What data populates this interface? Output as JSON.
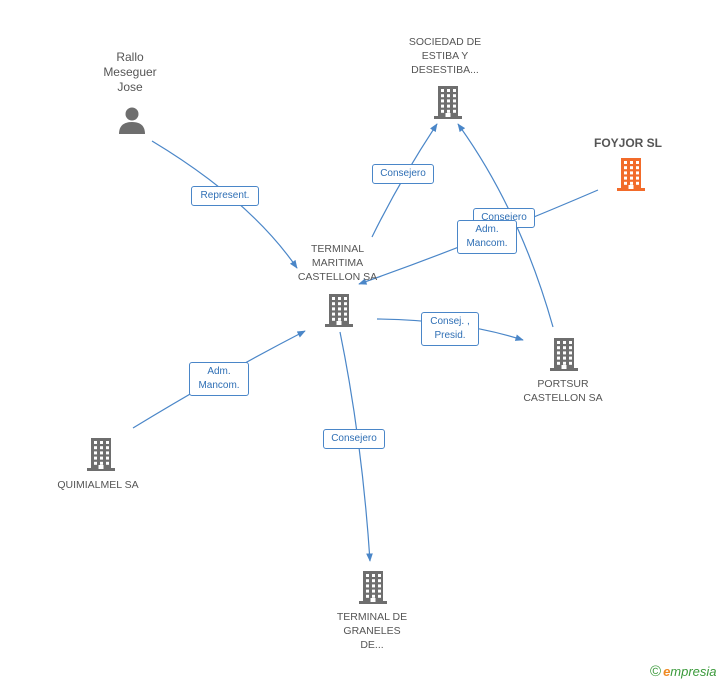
{
  "colors": {
    "edge": "#4a86c8",
    "building": "#6e6e6e",
    "focus_building": "#f26b2a",
    "person": "#6e6e6e"
  },
  "nodes": {
    "rallo": {
      "lines": [
        "Rallo",
        "Meseguer",
        "Jose"
      ],
      "icon": "person-icon"
    },
    "sociedad": {
      "lines": [
        "SOCIEDAD DE",
        "ESTIBA Y",
        "DESESTIBA..."
      ],
      "icon": "building-icon"
    },
    "foyjor": {
      "lines": [
        "FOYJOR SL"
      ],
      "icon": "building-icon"
    },
    "terminal_maritima": {
      "lines": [
        "TERMINAL",
        "MARITIMA",
        "CASTELLON SA"
      ],
      "icon": "building-icon"
    },
    "portsur": {
      "lines": [
        "PORTSUR",
        "CASTELLON SA"
      ],
      "icon": "building-icon"
    },
    "quimialmel": {
      "lines": [
        "QUIMIALMEL SA"
      ],
      "icon": "building-icon"
    },
    "terminal_graneles": {
      "lines": [
        "TERMINAL DE",
        "GRANELES",
        "DE..."
      ],
      "icon": "building-icon"
    }
  },
  "edges": {
    "represent": [
      "Represent."
    ],
    "consejero_sociedad": [
      "Consejero"
    ],
    "consejero_portsur": [
      "Consejero"
    ],
    "adm_foyjor": [
      "Adm.",
      "Mancom."
    ],
    "consej_presid": [
      "Consej. ,",
      "Presid."
    ],
    "adm_quimialmel": [
      "Adm.",
      "Mancom."
    ],
    "consejero_graneles": [
      "Consejero"
    ]
  },
  "brand": {
    "copyright": "©",
    "initial": "e",
    "rest": "mpresia"
  }
}
